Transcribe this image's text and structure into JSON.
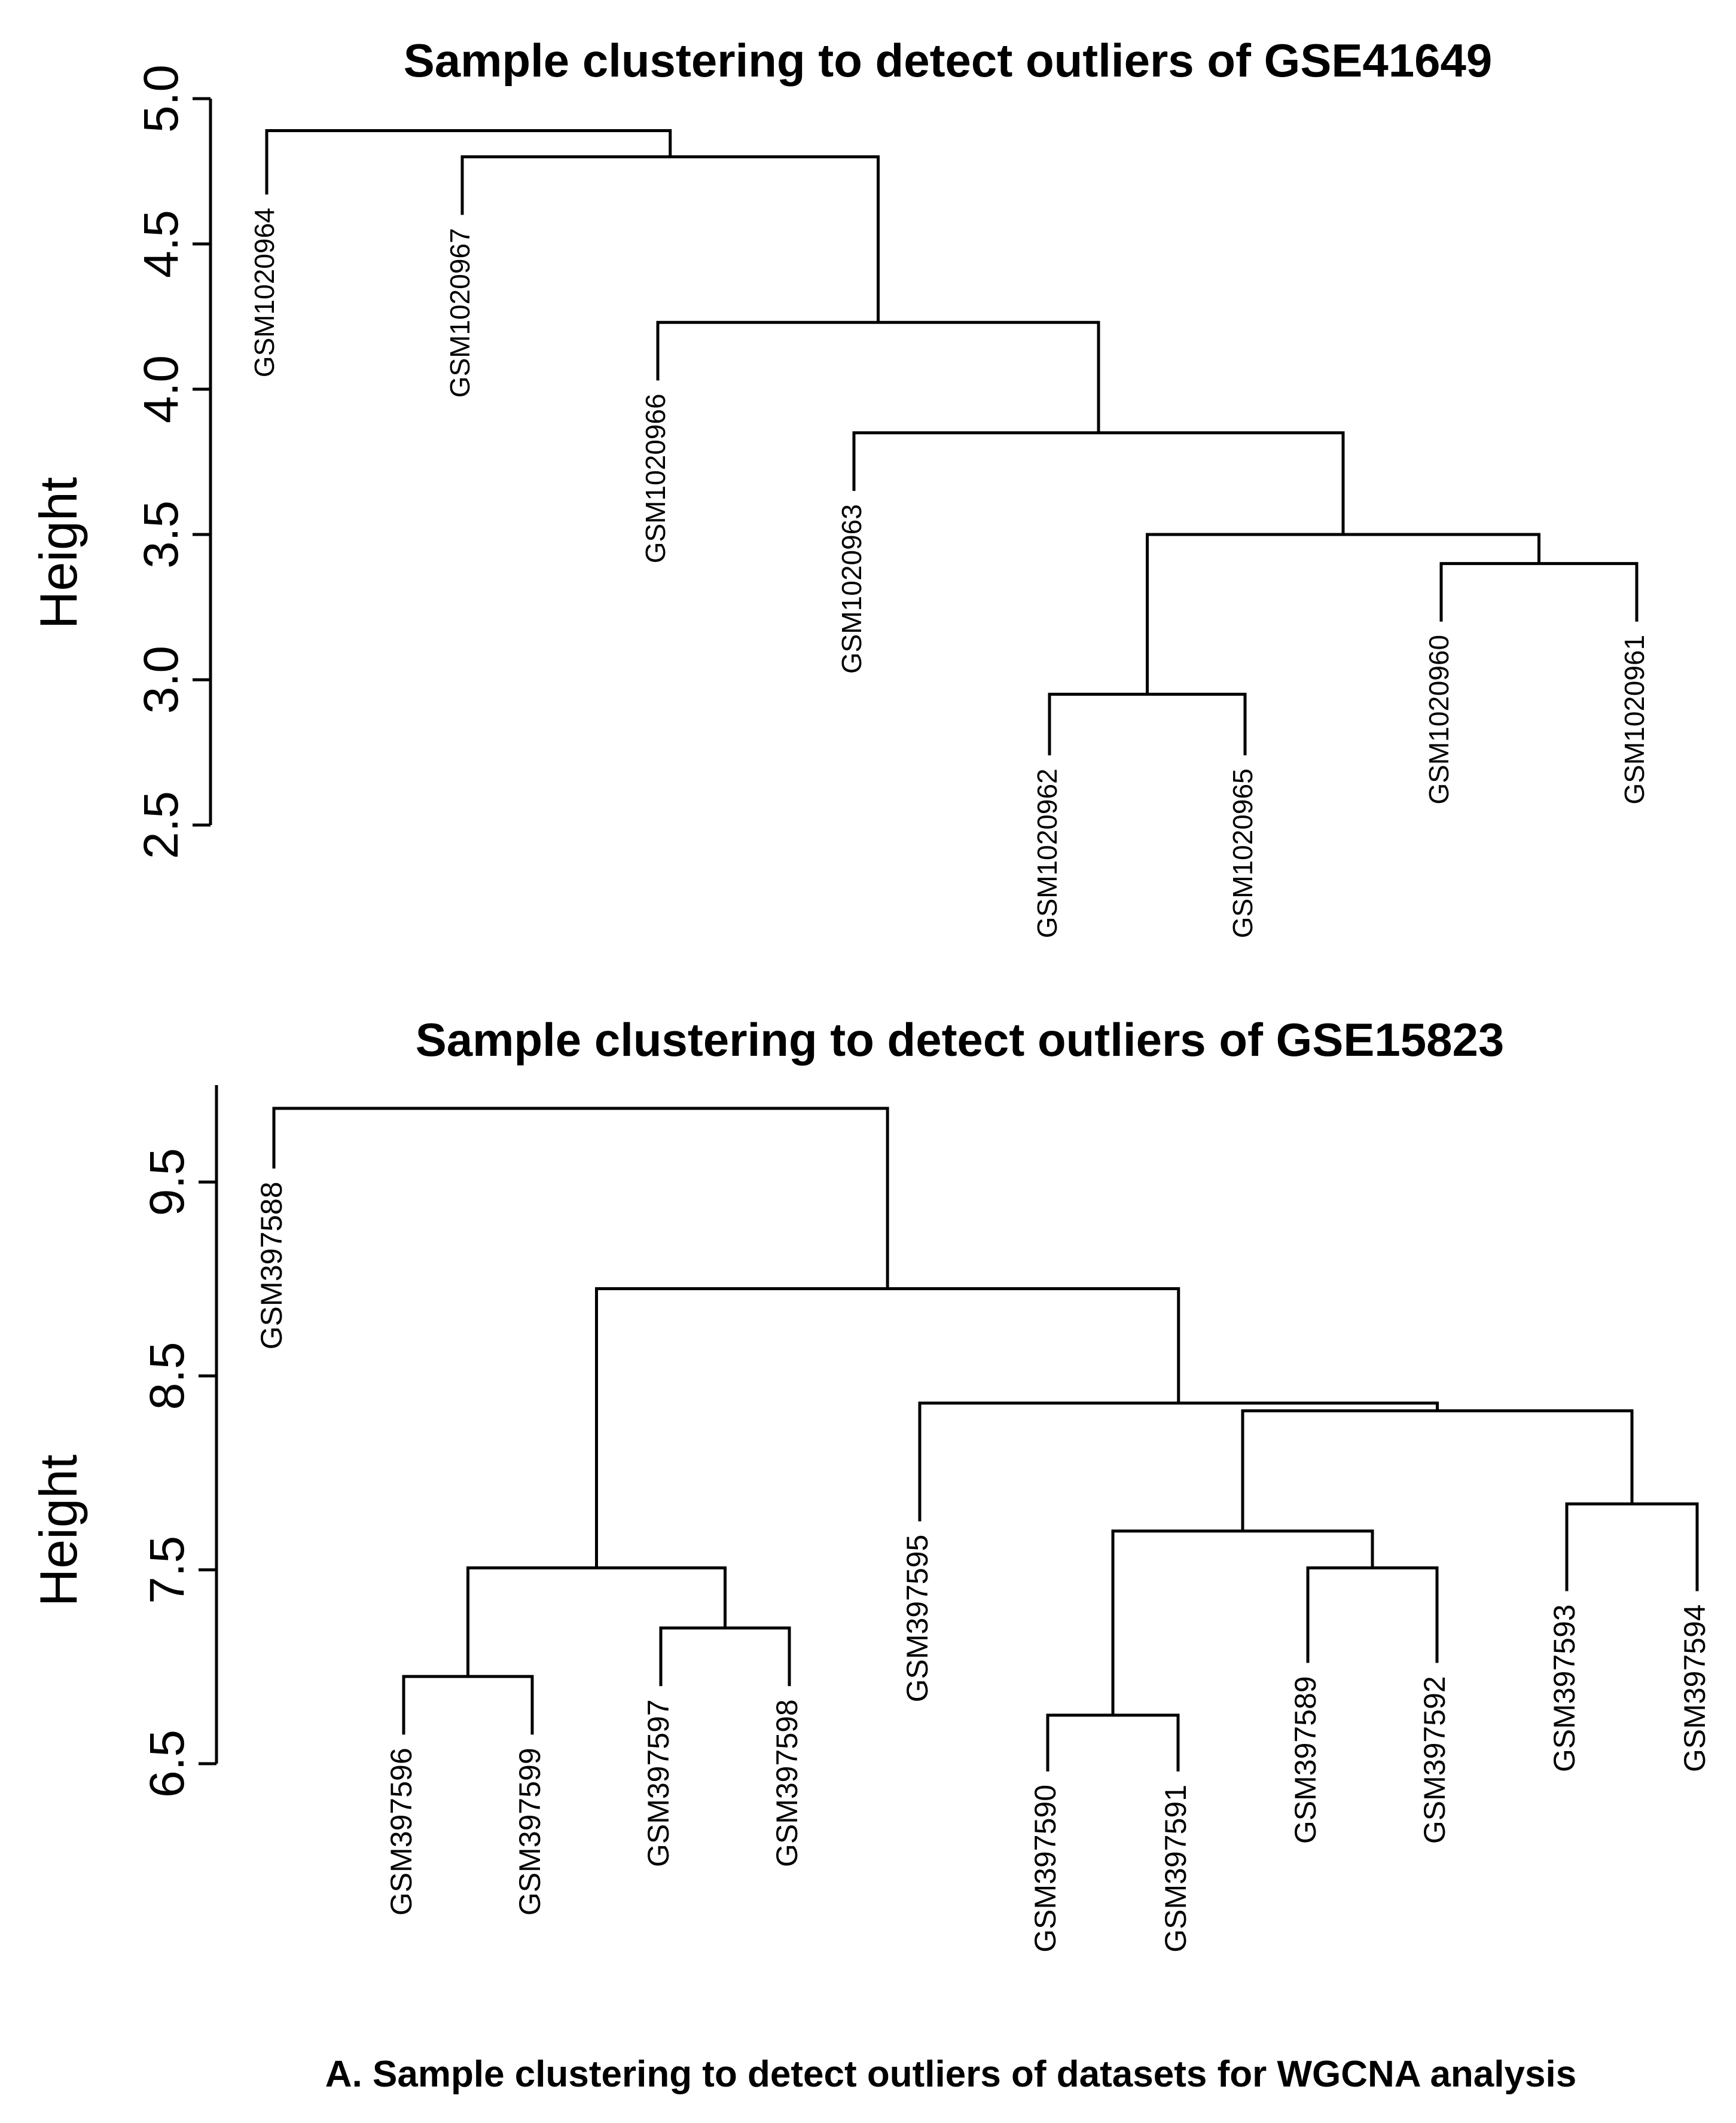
{
  "caption": "A. Sample clustering to detect outliers of datasets for WGCNA analysis",
  "chart_data": [
    {
      "type": "dendrogram",
      "title": "Sample clustering to detect outliers of GSE41649",
      "xlabel": "",
      "ylabel": "Height",
      "ylim": [
        2.5,
        5.0
      ],
      "yticks": [
        "2.5",
        "3.0",
        "3.5",
        "4.0",
        "4.5",
        "5.0"
      ],
      "leaves": [
        {
          "label": "GSM1020964",
          "tip": 4.67
        },
        {
          "label": "GSM1020967",
          "tip": 4.6
        },
        {
          "label": "GSM1020966",
          "tip": 4.03
        },
        {
          "label": "GSM1020963",
          "tip": 3.65
        },
        {
          "label": "GSM1020962",
          "tip": 2.74
        },
        {
          "label": "GSM1020965",
          "tip": 2.74
        },
        {
          "label": "GSM1020960",
          "tip": 3.2
        },
        {
          "label": "GSM1020961",
          "tip": 3.2
        }
      ],
      "merges": [
        {
          "left": "GSM1020962",
          "right": "GSM1020965",
          "height": 2.95,
          "id": "A"
        },
        {
          "left": "GSM1020960",
          "right": "GSM1020961",
          "height": 3.4,
          "id": "B"
        },
        {
          "left": "A",
          "right": "B",
          "height": 3.5,
          "id": "C"
        },
        {
          "left": "GSM1020963",
          "right": "C",
          "height": 3.85,
          "id": "D"
        },
        {
          "left": "GSM1020966",
          "right": "D",
          "height": 4.23,
          "id": "E"
        },
        {
          "left": "GSM1020967",
          "right": "E",
          "height": 4.8,
          "id": "F"
        },
        {
          "left": "GSM1020964",
          "right": "F",
          "height": 4.89,
          "id": "G"
        }
      ]
    },
    {
      "type": "dendrogram",
      "title": "Sample clustering to detect outliers of GSE15823",
      "xlabel": "",
      "ylabel": "Height",
      "ylim": [
        6.5,
        10.0
      ],
      "yticks": [
        "6.5",
        "7.5",
        "8.5",
        "9.5"
      ],
      "leaves": [
        {
          "label": "GSM397588",
          "tip": 9.57
        },
        {
          "label": "GSM397596",
          "tip": 6.65
        },
        {
          "label": "GSM397599",
          "tip": 6.65
        },
        {
          "label": "GSM397597",
          "tip": 6.9
        },
        {
          "label": "GSM397598",
          "tip": 6.9
        },
        {
          "label": "GSM397595",
          "tip": 7.75
        },
        {
          "label": "GSM397590",
          "tip": 6.46
        },
        {
          "label": "GSM397591",
          "tip": 6.46
        },
        {
          "label": "GSM397589",
          "tip": 7.02
        },
        {
          "label": "GSM397592",
          "tip": 7.02
        },
        {
          "label": "GSM397593",
          "tip": 7.39
        },
        {
          "label": "GSM397594",
          "tip": 7.39
        }
      ],
      "merges": [
        {
          "left": "GSM397596",
          "right": "GSM397599",
          "height": 6.95,
          "id": "A"
        },
        {
          "left": "GSM397597",
          "right": "GSM397598",
          "height": 7.2,
          "id": "B"
        },
        {
          "left": "A",
          "right": "B",
          "height": 7.51,
          "id": "C"
        },
        {
          "left": "GSM397590",
          "right": "GSM397591",
          "height": 6.75,
          "id": "D"
        },
        {
          "left": "GSM397589",
          "right": "GSM397592",
          "height": 7.51,
          "id": "E"
        },
        {
          "left": "D",
          "right": "E",
          "height": 7.7,
          "id": "F"
        },
        {
          "left": "GSM397593",
          "right": "GSM397594",
          "height": 7.84,
          "id": "G"
        },
        {
          "left": "F",
          "right": "G",
          "height": 8.32,
          "id": "H"
        },
        {
          "left": "GSM397595",
          "right": "H",
          "height": 8.36,
          "id": "I"
        },
        {
          "left": "C",
          "right": "I",
          "height": 8.95,
          "id": "J"
        },
        {
          "left": "GSM397588",
          "right": "J",
          "height": 9.88,
          "id": "K"
        }
      ]
    }
  ]
}
